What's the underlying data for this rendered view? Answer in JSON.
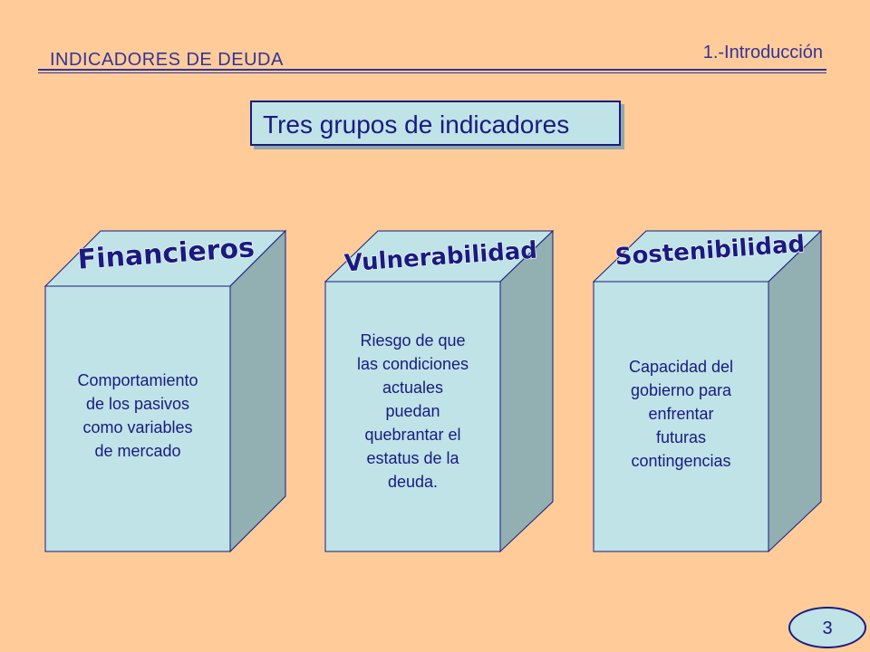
{
  "header": {
    "title": "INDICADORES DE DEUDA",
    "section": "1.-Introducción"
  },
  "main_heading": "Tres grupos de indicadores",
  "groups": [
    {
      "label": "Financieros",
      "description_lines": [
        "Comportamiento",
        "de los pasivos",
        "como variables",
        "de mercado"
      ]
    },
    {
      "label": "Vulnerabilidad",
      "description_lines": [
        "Riesgo de que",
        "las condiciones",
        "actuales",
        "puedan",
        "quebrantar el",
        "estatus de la",
        "deuda."
      ]
    },
    {
      "label": "Sostenibilidad",
      "description_lines": [
        "Capacidad del",
        "gobierno para",
        "enfrentar",
        "futuras",
        "contingencias"
      ]
    }
  ],
  "page_number": "3",
  "colors": {
    "background": "#FFCC99",
    "front_face": "#BFE3E6",
    "side_face": "#92AFB2",
    "outline": "#1A1A80",
    "text": "#1A1A80"
  }
}
